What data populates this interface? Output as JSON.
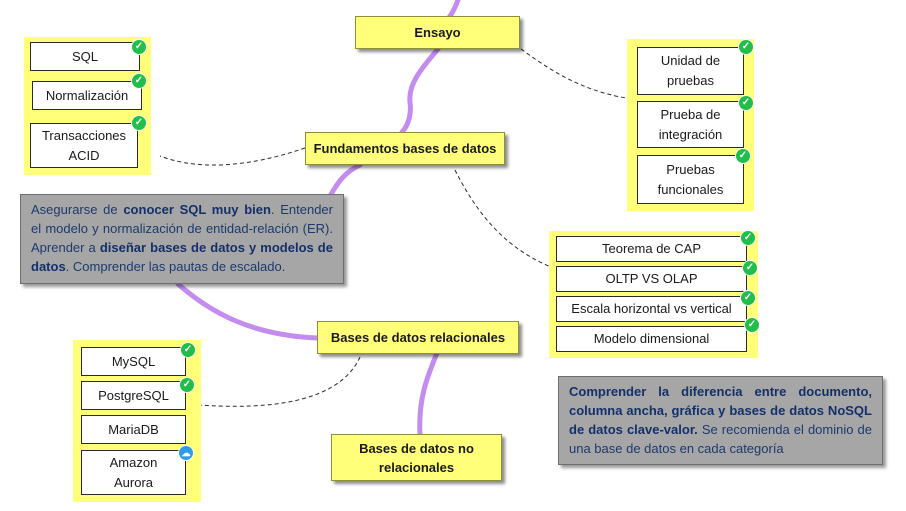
{
  "topics": {
    "ensayo": "Ensayo",
    "fundamentos": "Fundamentos bases de datos",
    "relacionales": "Bases de datos relacionales",
    "no_relacionales": "Bases de datos no relacionales"
  },
  "groups": {
    "fundamentos_left": {
      "items": [
        {
          "label": "SQL",
          "status": "done"
        },
        {
          "label": "Normalización",
          "status": "done"
        },
        {
          "label": "Transacciones ACID",
          "status": "done"
        }
      ]
    },
    "ensayo_right": {
      "items": [
        {
          "label": "Unidad de pruebas",
          "status": "done"
        },
        {
          "label": "Prueba de integración",
          "status": "done"
        },
        {
          "label": "Pruebas funcionales",
          "status": "done"
        }
      ]
    },
    "fundamentos_right": {
      "items": [
        {
          "label": "Teorema de CAP",
          "status": "done"
        },
        {
          "label": "OLTP VS OLAP",
          "status": "done"
        },
        {
          "label": "Escala horizontal vs vertical",
          "status": "done"
        },
        {
          "label": "Modelo dimensional",
          "status": "done"
        }
      ]
    },
    "relacionales_left": {
      "items": [
        {
          "label": "MySQL",
          "status": "done"
        },
        {
          "label": "PostgreSQL",
          "status": "done"
        },
        {
          "label": "MariaDB",
          "status": ""
        },
        {
          "label": "Amazon Aurora",
          "status": "cloud"
        }
      ]
    }
  },
  "notes": {
    "fundamentos": {
      "p1": "Asegurarse de ",
      "b1": "conocer SQL muy bien",
      "p2": ". Entender el modelo y normalización de entidad-relación (ER). Aprender a ",
      "b2": "diseñar bases de datos y modelos de datos",
      "p3": ". Comprender las pautas de escalado."
    },
    "no_relacionales": {
      "b1": "Comprender la diferencia entre documento, columna ancha, gráfica y bases de datos NoSQL de datos clave-valor.",
      "p1": " Se recomienda el dominio de una base de datos en cada categoría"
    }
  },
  "icons": {
    "done": "check-icon",
    "cloud": "cloud-icon"
  },
  "colors": {
    "topic_fill": "#ffff7a",
    "path": "#c58cf0",
    "note_fill": "#a6a6a6",
    "check": "#1fbf4a",
    "cloud": "#2f9be8"
  }
}
